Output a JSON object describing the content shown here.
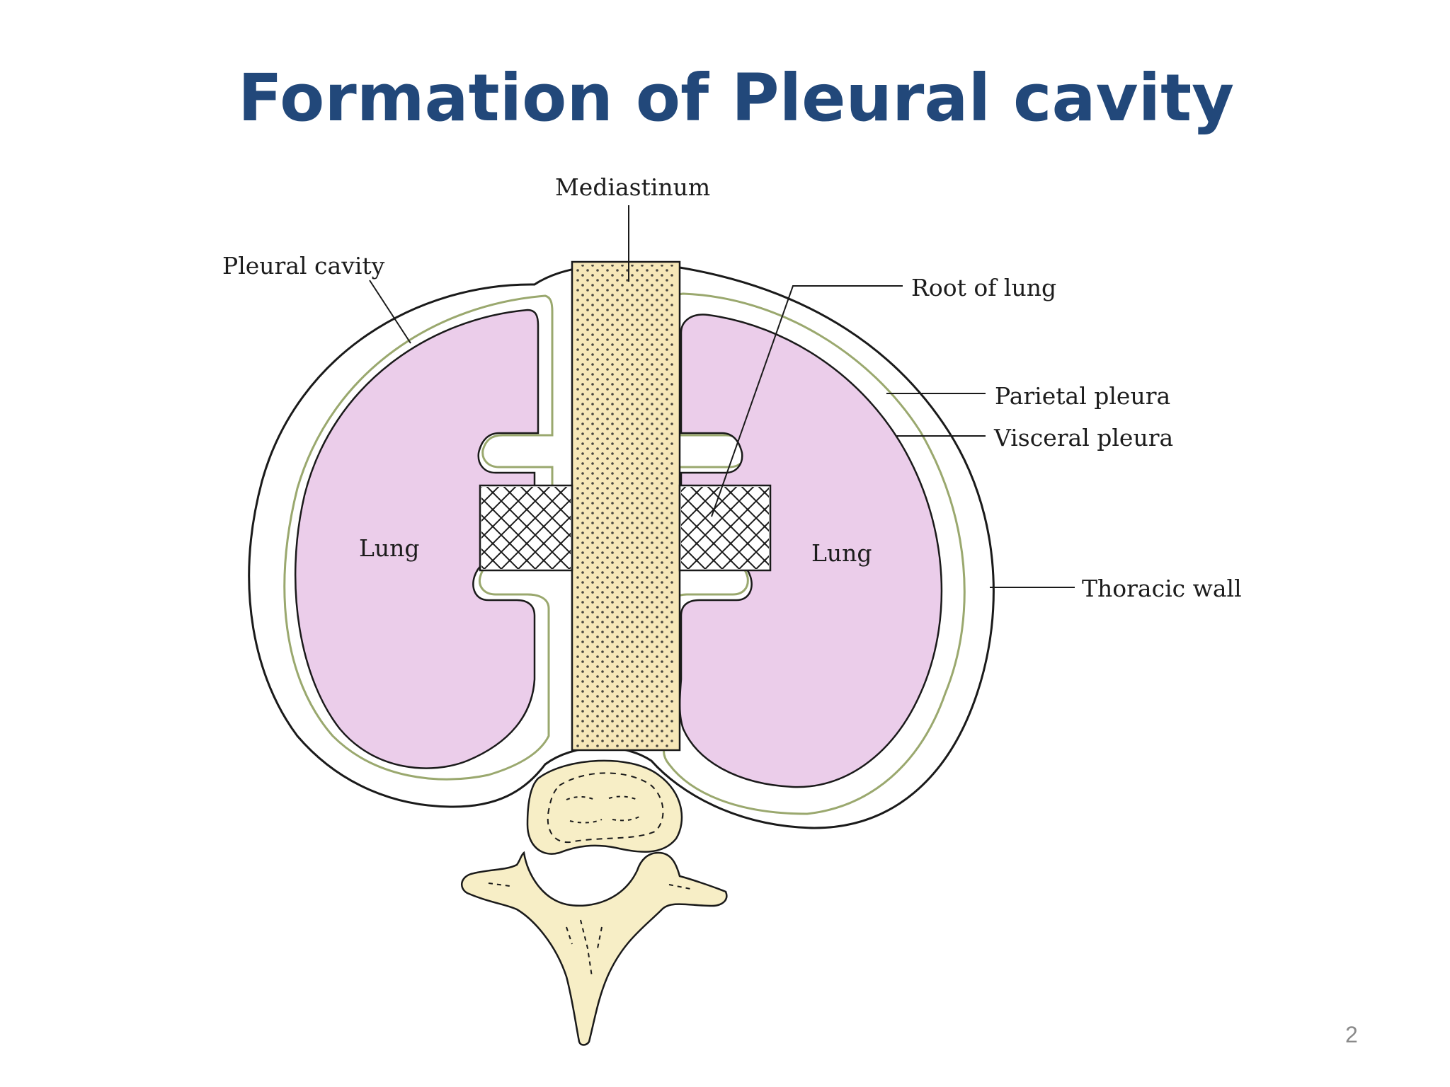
{
  "slide": {
    "title": "Formation of Pleural cavity",
    "page_number": "2"
  },
  "diagram": {
    "labels": {
      "mediastinum": "Mediastinum",
      "pleural_cavity": "Pleural cavity",
      "root_of_lung": "Root of lung",
      "parietal_pleura": "Parietal pleura",
      "visceral_pleura": "Visceral pleura",
      "thoracic_wall": "Thoracic wall",
      "lung_left": "Lung",
      "lung_right": "Lung"
    },
    "colors": {
      "lung": "#ebcdea",
      "mediastinum": "#f6e7b8",
      "bone": "#f7eec6",
      "outline": "#1a1a1a",
      "pleura_line": "#9aa86e",
      "title": "#22487a"
    }
  }
}
